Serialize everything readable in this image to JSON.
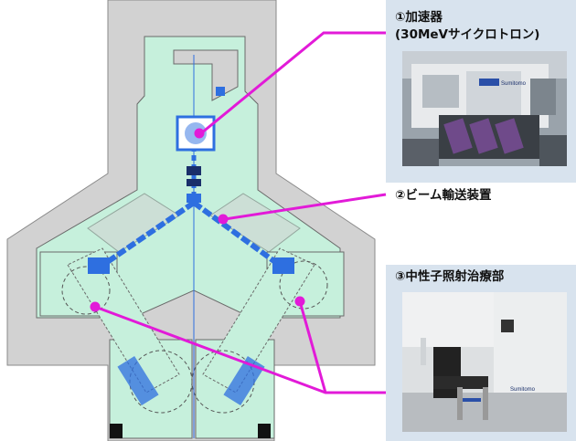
{
  "labels": {
    "accelerator": {
      "line1": "①加速器",
      "line2": "(30MeVサイクロトロン)"
    },
    "beam_transport": "②ビーム輸送装置",
    "therapy_room": "③中性子照射治療部"
  },
  "photos": {
    "photo1_label": "Sumitomo",
    "photo3_label": "Sumitomo"
  },
  "colors": {
    "wall": "#d2d2d2",
    "room_fill": "#c6f0dc",
    "beamline": "#2e6fe0",
    "callout": "#e21ad8",
    "panel_bg": "#d8e3ee"
  }
}
